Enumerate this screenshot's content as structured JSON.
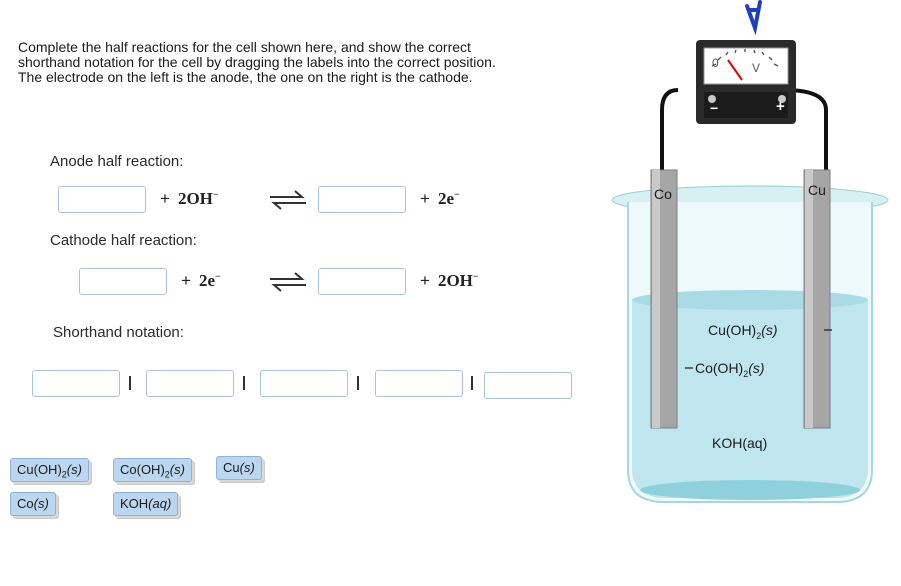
{
  "instructions": {
    "line1": "Complete the half reactions for the cell shown here, and show the correct",
    "line2": "shorthand notation for the cell by dragging the labels into the correct position.",
    "line3": "The electrode on the left is the anode, the one on the right is the cathode."
  },
  "anode": {
    "heading": "Anode half reaction:",
    "term1": "2OH",
    "term1_charge": "−",
    "term2": "2e",
    "term2_charge": "−"
  },
  "cathode": {
    "heading": "Cathode half reaction:",
    "term1": "2e",
    "term1_charge": "−",
    "term2": "2OH",
    "term2_charge": "−"
  },
  "plus_sign": "+",
  "shorthand": {
    "heading": "Shorthand notation:",
    "separator": "|"
  },
  "chips": [
    {
      "main": "Cu(OH)",
      "sub": "2",
      "state": "(s)"
    },
    {
      "main": "Co(OH)",
      "sub": "2",
      "state": "(s)"
    },
    {
      "main": "Cu",
      "sub": "",
      "state": "(s)"
    },
    {
      "main": "Co",
      "sub": "",
      "state": "(s)"
    },
    {
      "main": "KOH",
      "sub": "",
      "state": "(aq)"
    }
  ],
  "apparatus": {
    "voltmeter_unit": "V",
    "voltmeter_zero": "0",
    "minus": "−",
    "plus": "+",
    "left_electrode": "Co",
    "right_electrode": "Cu",
    "cathode_coating": {
      "main": "Cu(OH)",
      "sub": "2",
      "state": "(s)"
    },
    "anode_coating": {
      "main": "Co(OH)",
      "sub": "2",
      "state": "(s)"
    },
    "electrolyte": "KOH(aq)"
  },
  "colors": {
    "drop_border": "#a9c3df",
    "chip_fill": "#bcd6ef",
    "solution": "#bfe6ee",
    "electrode": "#a6a6a6"
  }
}
